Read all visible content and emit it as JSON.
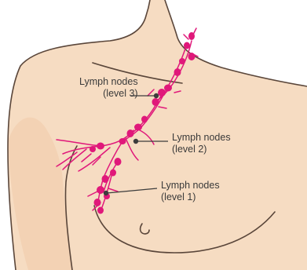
{
  "labels": [
    {
      "line1": "Lymph nodes",
      "line2": "(level 3)"
    },
    {
      "line1": "Lymph nodes",
      "line2": "(level 2)"
    },
    {
      "line1": "Lymph nodes",
      "line2": "(level 1)"
    }
  ],
  "colors": {
    "skin": "#f6dcc2",
    "outline": "#5a463a",
    "lymph": "#e0187a",
    "leader": "#3c3c3c",
    "text": "#3a3a3a",
    "background": "#ffffff"
  }
}
